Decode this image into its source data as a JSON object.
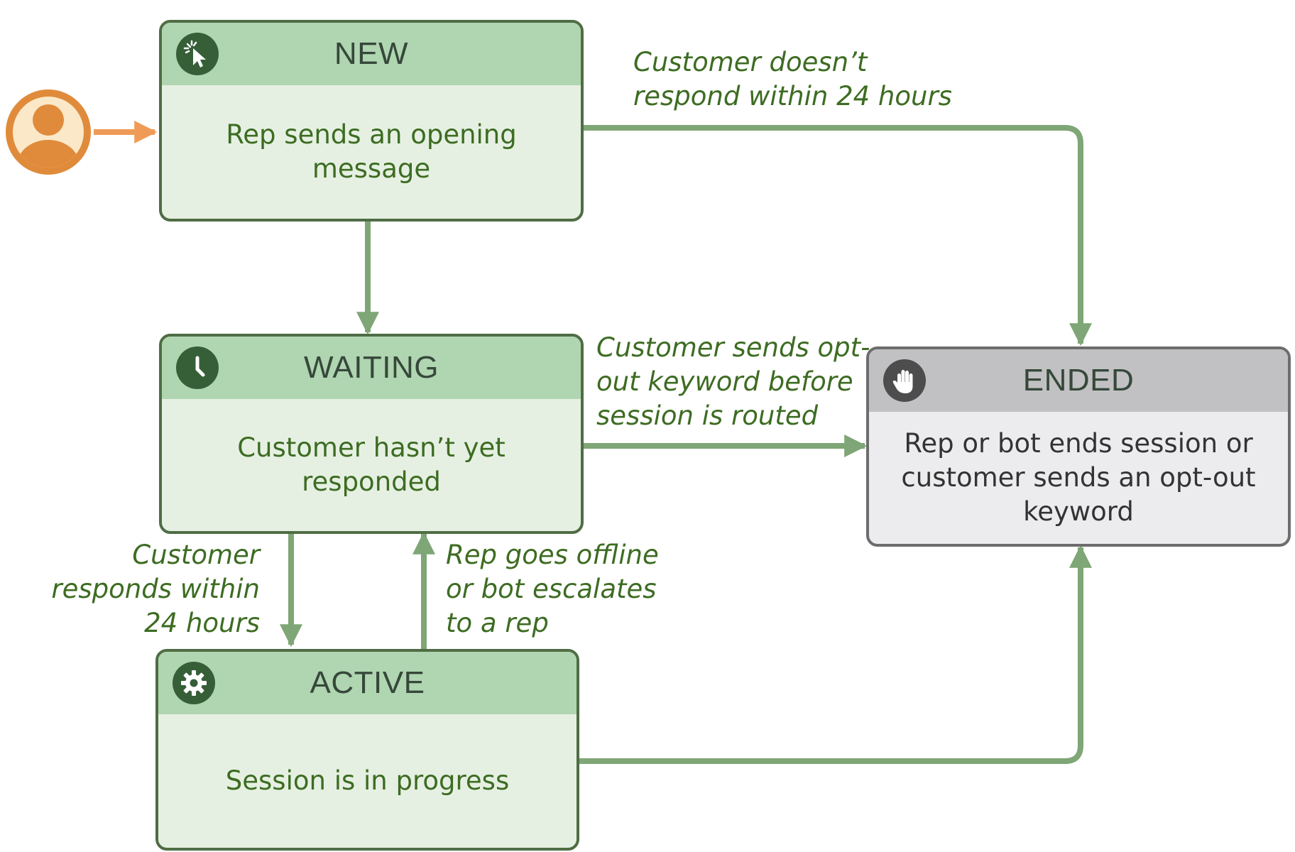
{
  "states": [
    {
      "id": "new",
      "title": "NEW",
      "body": "Rep sends an opening message",
      "icon": "cursor-click-icon"
    },
    {
      "id": "waiting",
      "title": "WAITING",
      "body": "Customer hasn’t yet responded",
      "icon": "clock-icon"
    },
    {
      "id": "active",
      "title": "ACTIVE",
      "body": "Session is in progress",
      "icon": "gear-icon"
    },
    {
      "id": "ended",
      "title": "ENDED",
      "body": "Rep or bot ends session or customer sends an opt-out keyword",
      "icon": "hand-icon"
    }
  ],
  "transitions": [
    {
      "id": "new-to-ended",
      "label": "Customer doesn’t\nrespond within 24 hours"
    },
    {
      "id": "waiting-to-ended",
      "label": "Customer sends opt-\nout keyword before\nsession is routed"
    },
    {
      "id": "waiting-to-active",
      "label": "Customer\nresponds within\n24 hours"
    },
    {
      "id": "active-to-waiting",
      "label": "Rep goes offline\nor bot escalates\nto a rep"
    },
    {
      "id": "new-to-waiting",
      "label": ""
    },
    {
      "id": "active-to-ended",
      "label": ""
    }
  ],
  "start": {
    "icon": "user-avatar-icon"
  },
  "colors": {
    "box_border": "#4f6d45",
    "box_fill": "#e5f0e2",
    "header_fill": "#b0d5b1",
    "icon_fill": "#365f38",
    "arrow": "#7fa676",
    "text_green": "#3d6c22",
    "ended_border": "#6d6d6d",
    "ended_header": "#c1c1c3",
    "ended_fill": "#ececee",
    "avatar_orange": "#e08b3b",
    "avatar_light": "#fbe8c8"
  }
}
